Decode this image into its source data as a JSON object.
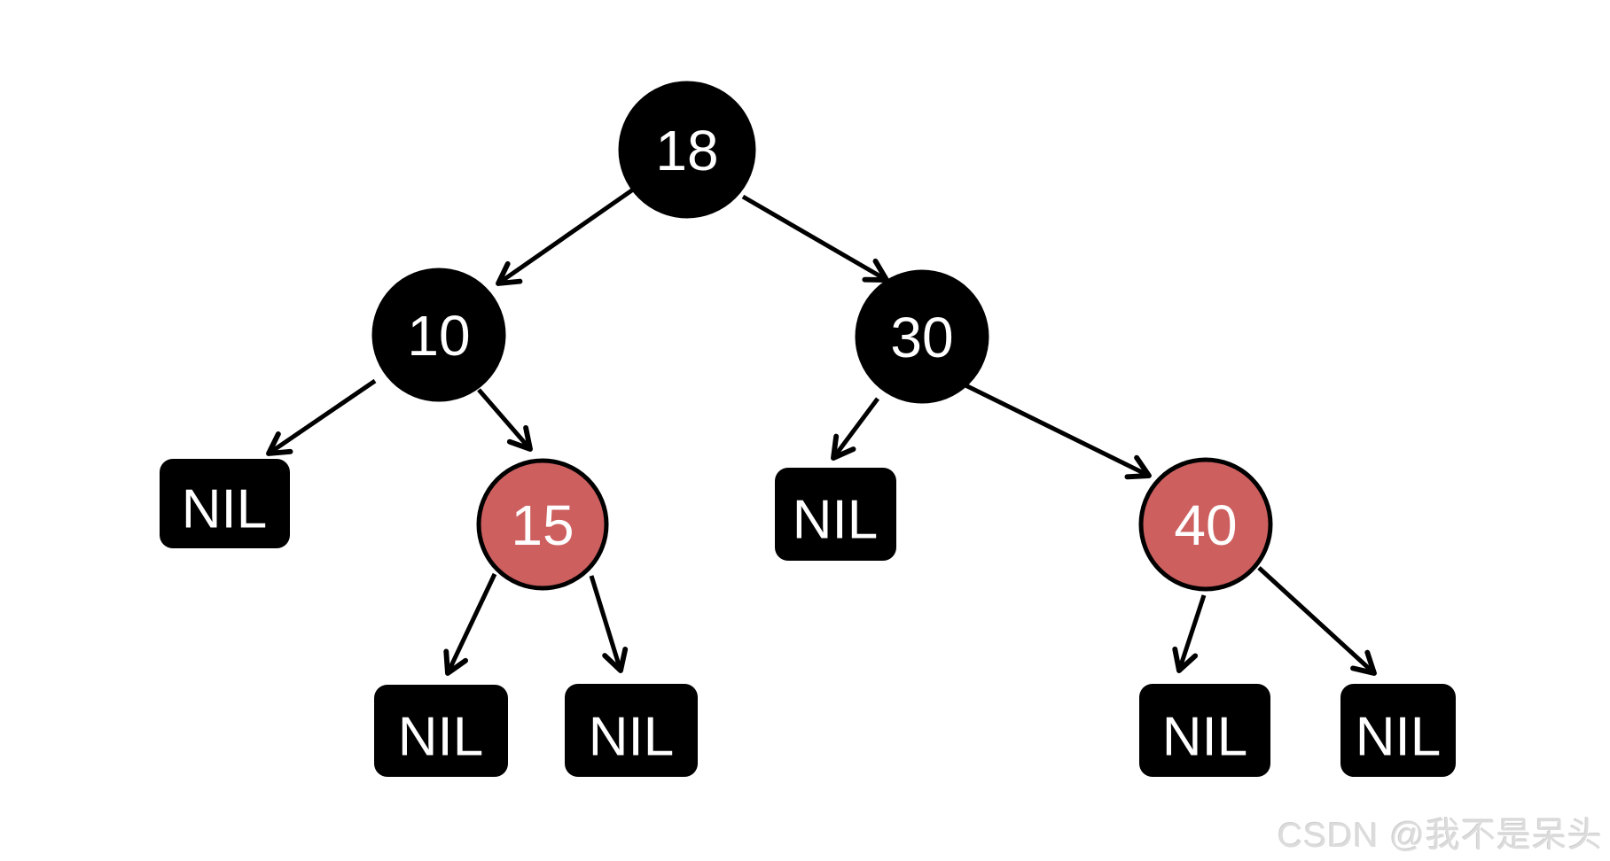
{
  "colors": {
    "background": "#ffffff",
    "node_black": "#000000",
    "node_red": "#cd5f5f",
    "node_text": "#ffffff",
    "nil_fill": "#000000",
    "nil_text": "#ffffff",
    "edge": "#000000",
    "watermark": "#dcdcdc"
  },
  "nodes": [
    {
      "label": "18",
      "color": "black",
      "role": "root"
    },
    {
      "label": "10",
      "color": "black",
      "parent": "18",
      "side": "left"
    },
    {
      "label": "30",
      "color": "black",
      "parent": "18",
      "side": "right"
    },
    {
      "label": "15",
      "color": "red",
      "parent": "10",
      "side": "right"
    },
    {
      "label": "40",
      "color": "red",
      "parent": "30",
      "side": "right"
    }
  ],
  "nil_nodes": [
    {
      "label": "NIL",
      "parent": "10",
      "side": "left"
    },
    {
      "label": "NIL",
      "parent": "30",
      "side": "left"
    },
    {
      "label": "NIL",
      "parent": "15",
      "side": "left"
    },
    {
      "label": "NIL",
      "parent": "15",
      "side": "right"
    },
    {
      "label": "NIL",
      "parent": "40",
      "side": "left"
    },
    {
      "label": "NIL",
      "parent": "40",
      "side": "right"
    }
  ],
  "edges": [
    {
      "from": "18",
      "to": "10"
    },
    {
      "from": "18",
      "to": "30"
    },
    {
      "from": "10",
      "to": "NIL"
    },
    {
      "from": "10",
      "to": "15"
    },
    {
      "from": "30",
      "to": "NIL"
    },
    {
      "from": "30",
      "to": "40"
    },
    {
      "from": "15",
      "to": "NIL"
    },
    {
      "from": "15",
      "to": "NIL"
    },
    {
      "from": "40",
      "to": "NIL"
    },
    {
      "from": "40",
      "to": "NIL"
    }
  ],
  "watermark": {
    "text": "CSDN @我不是呆头"
  }
}
